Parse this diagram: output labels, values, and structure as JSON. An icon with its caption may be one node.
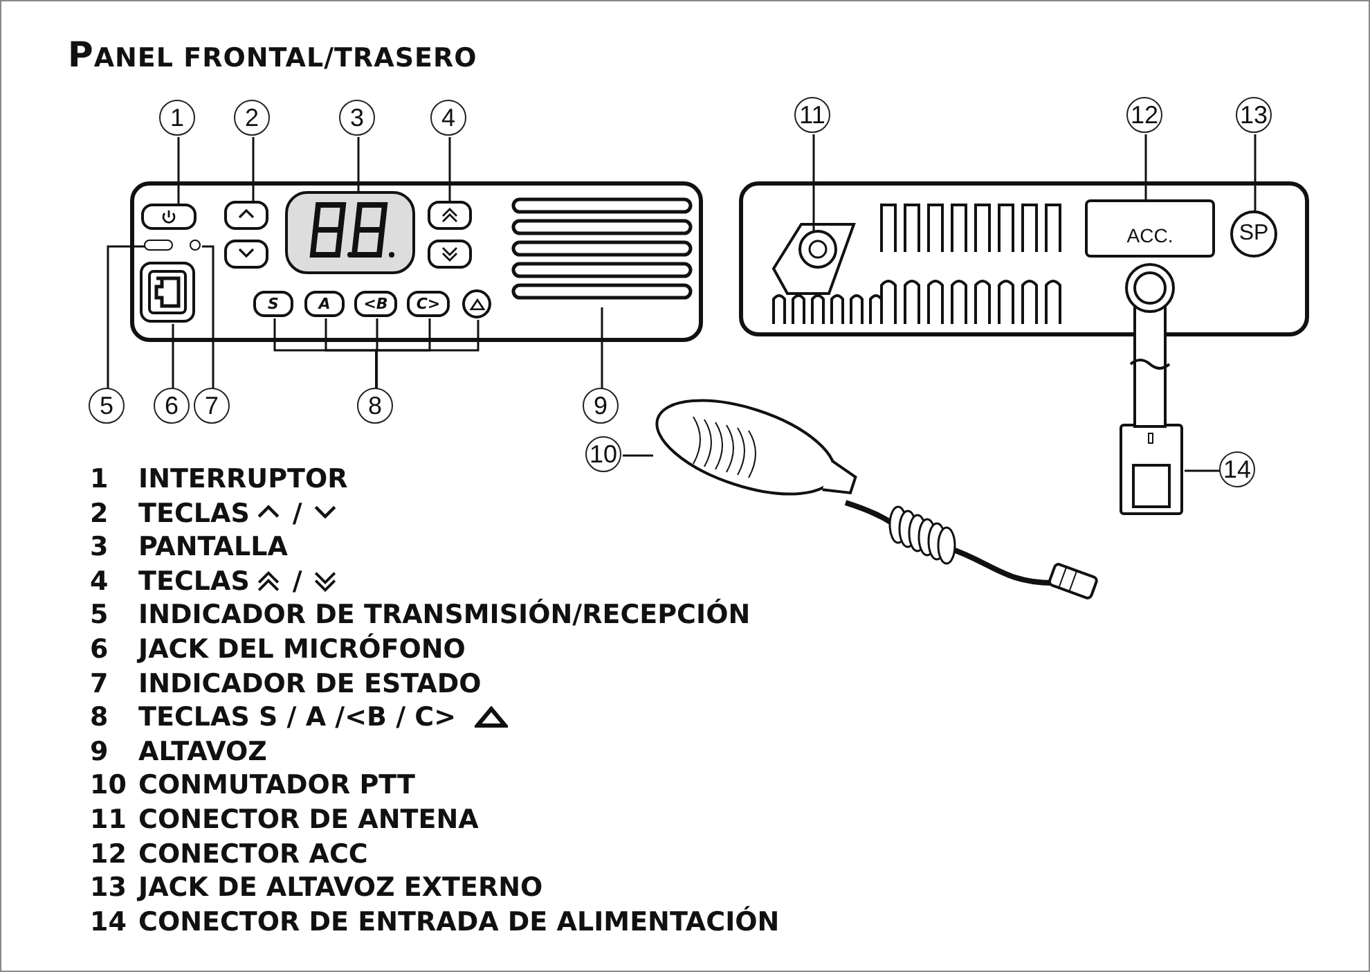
{
  "diagram": {
    "title": "PANEL FRONTAL/TRASERO",
    "nodes": [
      {
        "text": [
          "1"
        ]
      },
      {
        "text": [
          "2"
        ]
      },
      {
        "text": [
          "3"
        ]
      },
      {
        "text": [
          "4"
        ]
      },
      {
        "text": [
          "5"
        ]
      },
      {
        "text": [
          "6"
        ]
      },
      {
        "text": [
          "7"
        ]
      },
      {
        "text": [
          "8"
        ]
      },
      {
        "text": [
          "9"
        ]
      },
      {
        "text": [
          "10"
        ]
      },
      {
        "text": [
          "11"
        ]
      },
      {
        "text": [
          "12"
        ]
      },
      {
        "text": [
          "13"
        ]
      },
      {
        "text": [
          "14"
        ]
      },
      {
        "text": [],
        "shape": "box"
      },
      {
        "text": [],
        "shape": "box",
        "in": 14
      },
      {
        "text": [],
        "shape": "box",
        "in": 14
      },
      {
        "text": [],
        "shape": "box",
        "in": 14
      },
      {
        "text": [],
        "shape": "box",
        "in": 14
      },
      {
        "text": [],
        "shape": "bar",
        "in": 14
      },
      {
        "text": [],
        "shape": "box",
        "in": 14
      },
      {
        "text": [],
        "shape": "circle",
        "in": 14
      },
      {
        "text": [
          "S"
        ],
        "in": 14
      },
      {
        "text": [
          "A"
        ],
        "in": 14
      },
      {
        "text": [
          "<B"
        ],
        "in": 14
      },
      {
        "text": [
          "C>"
        ],
        "in": 14
      },
      {
        "text": [],
        "shape": "circle",
        "in": 14
      },
      {
        "text": [],
        "shape": "box",
        "in": 14
      },
      {
        "text": [],
        "shape": "picture"
      },
      {
        "text": [],
        "shape": "box"
      },
      {
        "text": [],
        "shape": "circle",
        "in": 29
      },
      {
        "text": [
          "ACC."
        ],
        "in": 29
      },
      {
        "text": [
          "SP"
        ],
        "in": 29
      },
      {
        "text": [],
        "shape": "box"
      }
    ],
    "edges": [
      {
        "from": 0,
        "to": 15,
        "arrow": "none"
      },
      {
        "from": 1,
        "to": 16,
        "arrow": "none"
      },
      {
        "from": 2,
        "to": 17,
        "arrow": "none"
      },
      {
        "from": 3,
        "to": 18,
        "arrow": "none"
      },
      {
        "from": 4,
        "to": 19,
        "arrow": "none"
      },
      {
        "from": 5,
        "to": 20,
        "arrow": "none"
      },
      {
        "from": 6,
        "to": 21,
        "arrow": "none"
      },
      {
        "from": 7,
        "to": 22,
        "arrow": "none"
      },
      {
        "from": 7,
        "to": 23,
        "arrow": "none"
      },
      {
        "from": 7,
        "to": 24,
        "arrow": "none"
      },
      {
        "from": 7,
        "to": 25,
        "arrow": "none"
      },
      {
        "from": 7,
        "to": 26,
        "arrow": "none"
      },
      {
        "from": 8,
        "to": 27,
        "arrow": "none"
      },
      {
        "from": 9,
        "to": 28,
        "arrow": "none"
      },
      {
        "from": 10,
        "to": 30,
        "arrow": "none"
      },
      {
        "from": 11,
        "to": 31,
        "arrow": "none"
      },
      {
        "from": 12,
        "to": 32,
        "arrow": "none"
      },
      {
        "from": 13,
        "to": 33,
        "arrow": "none"
      }
    ],
    "labels": [
      "1",
      "INTERRUPTOR",
      "2",
      "TECLAS",
      "/",
      "3",
      "PANTALLA",
      "4",
      "TECLAS",
      "/",
      "5",
      "INDICADOR DE TRANSMISIÓN/RECEPCIÓN",
      "6",
      "JACK DEL MICRÓFONO",
      "7",
      "INDICADOR DE ESTADO",
      "8",
      "TECLAS S / A /<B / C>",
      "9",
      "ALTAVOZ",
      "10",
      "CONMUTADOR PTT",
      "11",
      "CONECTOR DE ANTENA",
      "12",
      "CONECTOR ACC",
      "13",
      "JACK DE ALTAVOZ EXTERNO",
      "14",
      "CONECTOR DE ENTRADA DE ALIMENTACIÓN"
    ]
  }
}
